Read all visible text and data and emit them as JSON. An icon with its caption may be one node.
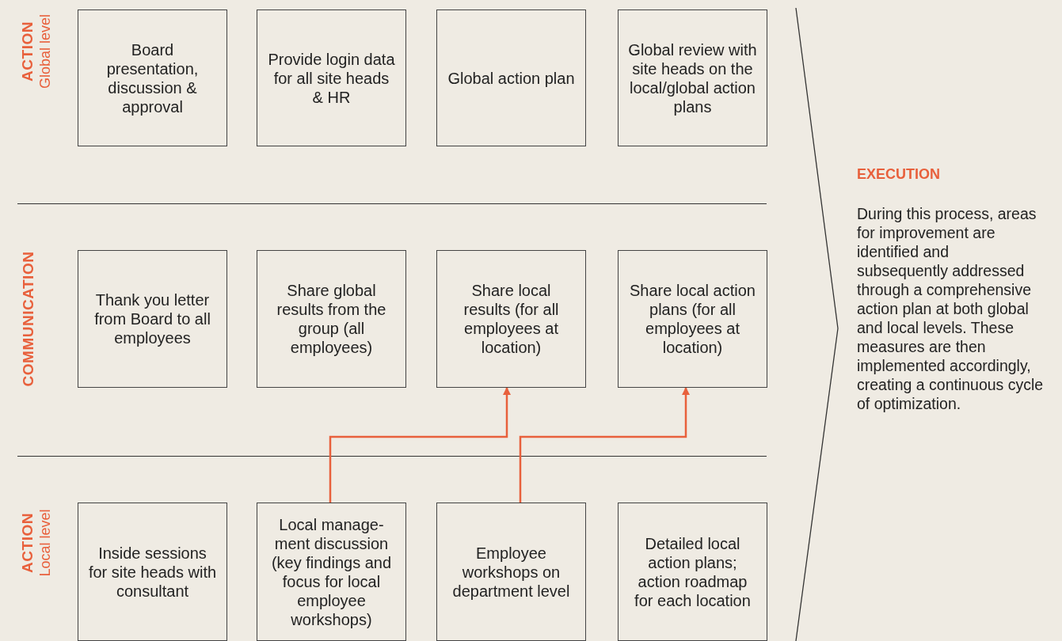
{
  "diagram": {
    "nodes": [
      {
        "text": [
          "Board presentation, discussion & approval"
        ]
      },
      {
        "text": [
          "Provide login data for all site heads & HR"
        ]
      },
      {
        "text": [
          "Global action plan"
        ]
      },
      {
        "text": [
          "Global review with site heads on the local/global action plans"
        ]
      },
      {
        "text": [
          "Thank you letter from Board to all employees"
        ]
      },
      {
        "text": [
          "Share global results from the group (all employees)"
        ]
      },
      {
        "text": [
          "Share local results (for all employees at location)"
        ]
      },
      {
        "text": [
          "Share local action plans (for all employees at location)"
        ]
      },
      {
        "text": [
          "Inside sessions for site heads with consultant"
        ]
      },
      {
        "text": [
          "Local manage-ment discussion (key findings and focus for local employee workshops)"
        ]
      },
      {
        "text": [
          "Employee workshops on department level"
        ]
      },
      {
        "text": [
          "Detailed local action plans; action roadmap for each location"
        ]
      }
    ],
    "edges": [
      {
        "from": 9,
        "to": 6,
        "arrow": "to"
      },
      {
        "from": 10,
        "to": 7,
        "arrow": "to"
      }
    ],
    "labels": [
      "ACTION",
      "Global level",
      "COMMUNICATION",
      "ACTION",
      "Local level",
      "EXECUTION",
      "During this process, areas for improvement are identified and subsequently addressed through a comprehensive action plan at both global and local levels. These measures are then implemented accordingly, creating a continuous cycle of optimization."
    ]
  }
}
